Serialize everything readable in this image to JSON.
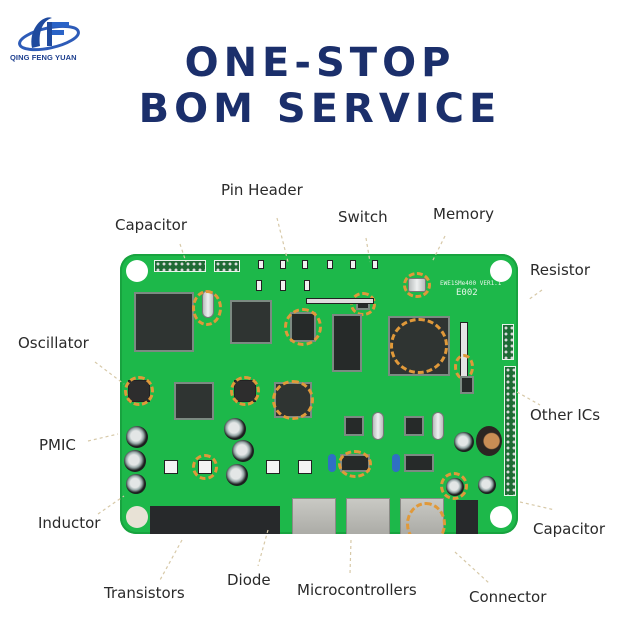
{
  "brand": {
    "logo_icon": "qing-feng-yuan-logo-icon",
    "name": "QING FENG YUAN"
  },
  "title": {
    "line1": "ONE-STOP",
    "line2": "BOM SERVICE",
    "color": "#1b2f6b"
  },
  "labels": {
    "pin_header": "Pin Header",
    "capacitor_top": "Capacitor",
    "switch": "Switch",
    "memory": "Memory",
    "resistor": "Resistor",
    "oscillator": "Oscillator",
    "other_ics": "Other ICs",
    "pmic": "PMIC",
    "inductor": "Inductor",
    "capacitor_right": "Capacitor",
    "transistors": "Transistors",
    "diode": "Diode",
    "microcontrollers": "Microcontrollers",
    "connector": "Connector"
  },
  "board": {
    "image": "pcb-board-image",
    "silkscreen_text": "EWE1SMe400 VER1.1",
    "silkscreen_code": "E002",
    "highlight_color": "#e0993a",
    "board_color": "#1db84a"
  }
}
